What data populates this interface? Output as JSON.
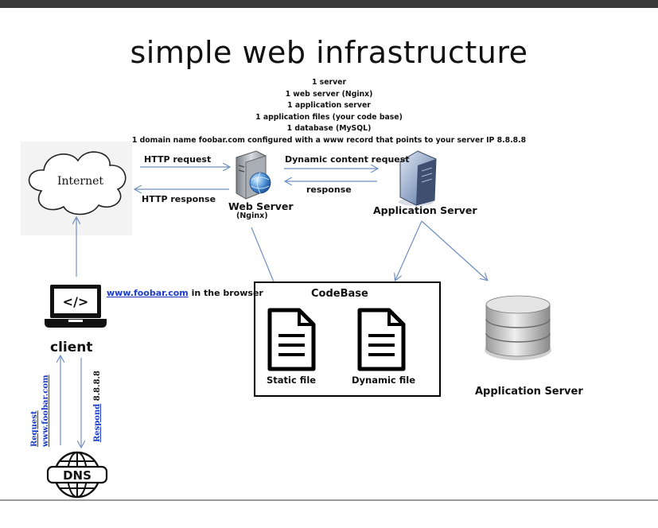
{
  "title": "simple web infrastructure",
  "specs": [
    "1 server",
    "1 web server (Nginx)",
    "1 application server",
    "1 application files (your code base)",
    "1 database (MySQL)",
    "1 domain name foobar.com configured with a www record that points to your server IP 8.8.8.8"
  ],
  "nodes": {
    "internet": "Internet",
    "web_server": "Web Server",
    "web_server_sub": "(Nginx)",
    "app_server": "Application Server",
    "client": "client",
    "codebase": "CodeBase",
    "static_file": "Static file",
    "dynamic_file": "Dynamic file",
    "database_label": "Application  Server",
    "dns": "DNS"
  },
  "edges": {
    "http_request": "HTTP request",
    "http_response": "HTTP response",
    "dynamic_request": "Dynamic content request",
    "response": "response",
    "browser_link": "www.foobar.com",
    "browser_suffix": " in the browser",
    "dns_request_1": "Request",
    "dns_request_2": "www.foobar.com",
    "dns_respond_1": "Respond",
    "dns_respond_2": " 8.8.8.8"
  },
  "colors": {
    "arrow": "#6f8fc0",
    "link": "#1a3cc9",
    "box_border": "#000000",
    "top_bar": "#3a3a3a"
  }
}
